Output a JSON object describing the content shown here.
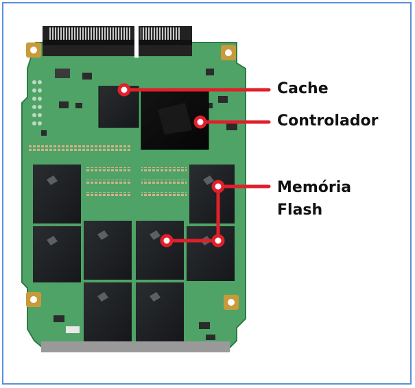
{
  "labels": {
    "cache": "Cache",
    "controlador": "Controlador",
    "memoria_line1": "Memória",
    "memoria_line2": "Flash"
  },
  "colors": {
    "frame_border": "#5b8fd6",
    "pcb_green": "#4fa367",
    "pcb_dark_green": "#3e8a55",
    "chip_black": "#1c1e20",
    "connector_black": "#222222",
    "mounting_pad_gold": "#c99a3a",
    "callout_red": "#e0202a",
    "label_text": "#111111"
  },
  "icons": {
    "flash_chip_logo": "micron-logo-icon"
  }
}
